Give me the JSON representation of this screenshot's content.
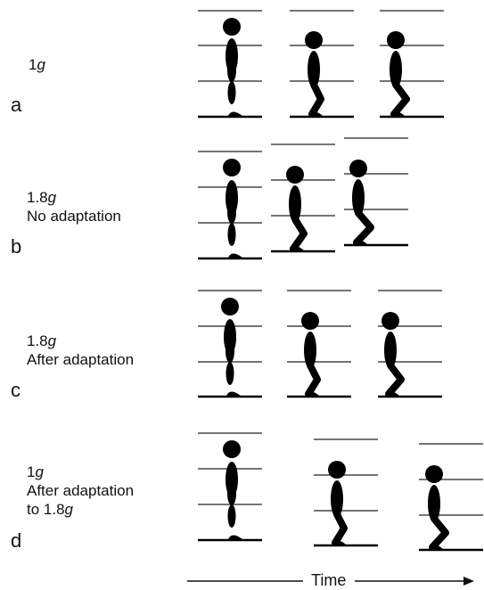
{
  "rows": [
    {
      "letter": "a",
      "g_value": "1",
      "g_unit": "g",
      "lines": []
    },
    {
      "letter": "b",
      "g_value": "1.8",
      "g_unit": "g",
      "lines": [
        "No adaptation"
      ]
    },
    {
      "letter": "c",
      "g_value": "1.8",
      "g_unit": "g",
      "lines": [
        "After adaptation"
      ]
    },
    {
      "letter": "d",
      "g_value": "1",
      "g_unit": "g",
      "lines": [
        "After adaptation",
        "to 1.8"
      ],
      "last_line_unit": "g"
    }
  ],
  "axis": {
    "label": "Time"
  },
  "colors": {
    "ink": "#000000",
    "line": "#222222"
  }
}
